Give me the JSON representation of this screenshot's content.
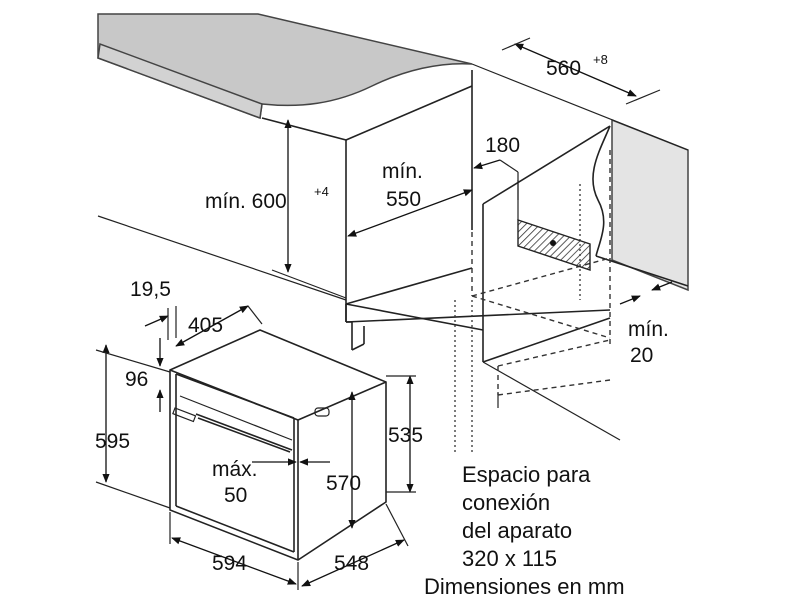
{
  "labels": {
    "dim_560": "560",
    "dim_560_sup": "+8",
    "dim_180": "180",
    "min_550_a": "mín.",
    "min_550_b": "550",
    "min_600": "mín. 600",
    "min_600_sup": "+4",
    "dim_19_5": "19,5",
    "dim_405": "405",
    "dim_96": "96",
    "dim_595": "595",
    "max_50_a": "máx.",
    "max_50_b": "50",
    "dim_570": "570",
    "dim_535": "535",
    "dim_594": "594",
    "dim_548": "548",
    "min_20_a": "mín.",
    "min_20_b": "20"
  },
  "note": {
    "line1": "Espacio para",
    "line2": "conexión",
    "line3": "del aparato",
    "line4": "320 x 115",
    "units": "Dimensiones en mm"
  }
}
